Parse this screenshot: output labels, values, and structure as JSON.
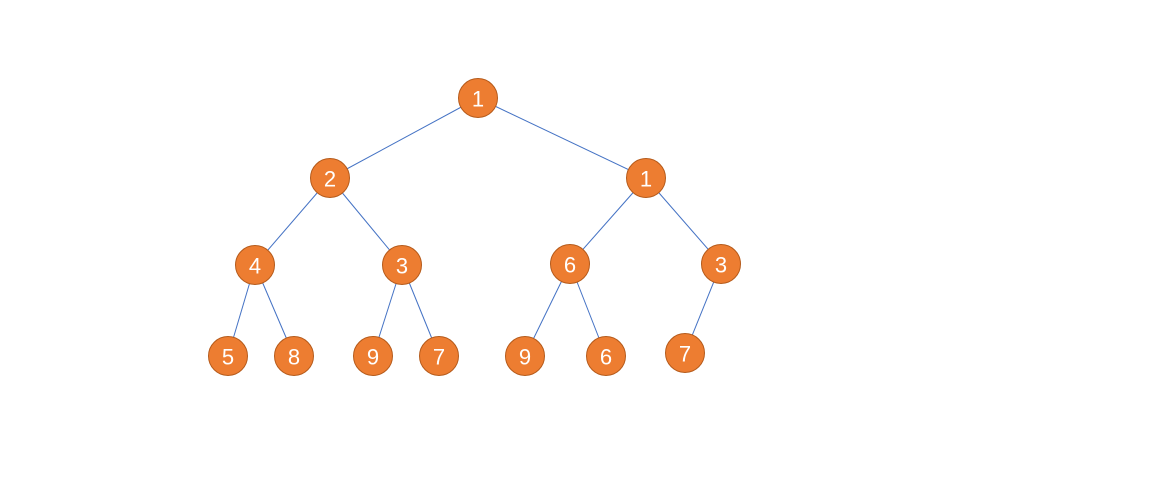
{
  "tree": {
    "colors": {
      "node_fill": "#ed7d31",
      "node_stroke": "#b55a1a",
      "edge": "#4472c4",
      "label": "#ffffff"
    },
    "nodes": [
      {
        "id": "n0",
        "label": "1"
      },
      {
        "id": "n1",
        "label": "2"
      },
      {
        "id": "n2",
        "label": "1"
      },
      {
        "id": "n3",
        "label": "4"
      },
      {
        "id": "n4",
        "label": "3"
      },
      {
        "id": "n5",
        "label": "6"
      },
      {
        "id": "n6",
        "label": "3"
      },
      {
        "id": "n7",
        "label": "5"
      },
      {
        "id": "n8",
        "label": "8"
      },
      {
        "id": "n9",
        "label": "9"
      },
      {
        "id": "n10",
        "label": "7"
      },
      {
        "id": "n11",
        "label": "9"
      },
      {
        "id": "n12",
        "label": "6"
      },
      {
        "id": "n13",
        "label": "7"
      }
    ],
    "edges": [
      {
        "from": "n0",
        "to": "n1"
      },
      {
        "from": "n0",
        "to": "n2"
      },
      {
        "from": "n1",
        "to": "n3"
      },
      {
        "from": "n1",
        "to": "n4"
      },
      {
        "from": "n2",
        "to": "n5"
      },
      {
        "from": "n2",
        "to": "n6"
      },
      {
        "from": "n3",
        "to": "n7"
      },
      {
        "from": "n3",
        "to": "n8"
      },
      {
        "from": "n4",
        "to": "n9"
      },
      {
        "from": "n4",
        "to": "n10"
      },
      {
        "from": "n5",
        "to": "n11"
      },
      {
        "from": "n5",
        "to": "n12"
      },
      {
        "from": "n6",
        "to": "n13"
      }
    ]
  }
}
